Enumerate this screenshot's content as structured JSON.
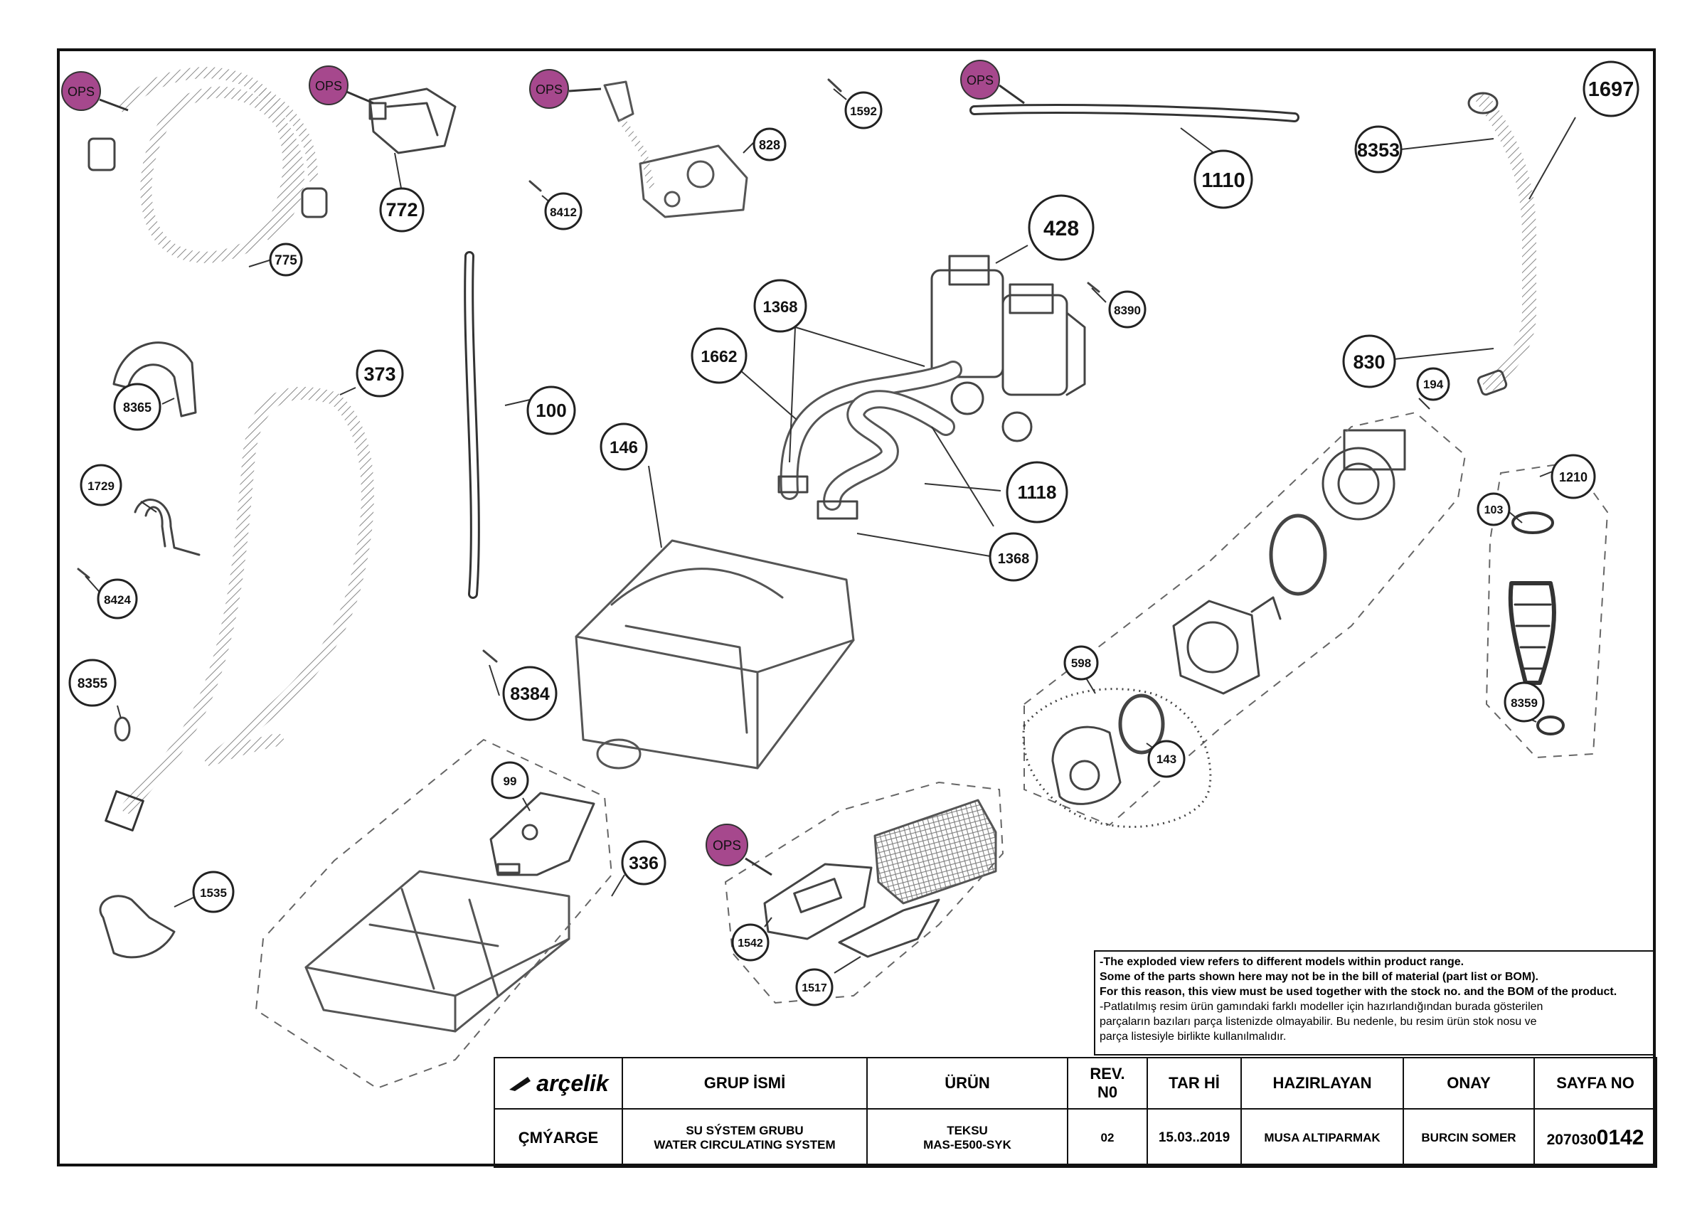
{
  "colors": {
    "ops_fill": "#a6488d",
    "line": "#111111",
    "part_stroke": "#6b6b6b"
  },
  "ops_label": "OPS",
  "callouts": [
    {
      "id": "775",
      "label": "775"
    },
    {
      "id": "772",
      "label": "772"
    },
    {
      "id": "8412",
      "label": "8412"
    },
    {
      "id": "828",
      "label": "828"
    },
    {
      "id": "1592",
      "label": "1592"
    },
    {
      "id": "1110",
      "label": "1110"
    },
    {
      "id": "8353",
      "label": "8353"
    },
    {
      "id": "1697",
      "label": "1697"
    },
    {
      "id": "428",
      "label": "428"
    },
    {
      "id": "8390",
      "label": "8390"
    },
    {
      "id": "1368a",
      "label": "1368"
    },
    {
      "id": "1662",
      "label": "1662"
    },
    {
      "id": "100",
      "label": "100"
    },
    {
      "id": "373",
      "label": "373"
    },
    {
      "id": "8365",
      "label": "8365"
    },
    {
      "id": "830",
      "label": "830"
    },
    {
      "id": "194",
      "label": "194"
    },
    {
      "id": "146",
      "label": "146"
    },
    {
      "id": "1118",
      "label": "1118"
    },
    {
      "id": "1368b",
      "label": "1368"
    },
    {
      "id": "1729",
      "label": "1729"
    },
    {
      "id": "8424",
      "label": "8424"
    },
    {
      "id": "1210",
      "label": "1210"
    },
    {
      "id": "103",
      "label": "103"
    },
    {
      "id": "598",
      "label": "598"
    },
    {
      "id": "8384",
      "label": "8384"
    },
    {
      "id": "8355",
      "label": "8355"
    },
    {
      "id": "143",
      "label": "143"
    },
    {
      "id": "8359",
      "label": "8359"
    },
    {
      "id": "99",
      "label": "99"
    },
    {
      "id": "336",
      "label": "336"
    },
    {
      "id": "1535",
      "label": "1535"
    },
    {
      "id": "1542",
      "label": "1542"
    },
    {
      "id": "1517",
      "label": "1517"
    }
  ],
  "note": {
    "line1": "-The exploded view refers to different models within product range.",
    "line2": "Some of the parts shown here may not be in the bill of material (part list or BOM).",
    "line3": "For this reason, this view must be used together with the stock no. and the BOM of the product.",
    "line4": "-Patlatılmış resim ürün gamındaki farklı modeller için hazırlandığından burada gösterilen",
    "line5": "parçaların bazıları parça listenizde olmayabilir. Bu nedenle, bu resim ürün stok nosu ve",
    "line6": "parça listesiyle birlikte kullanılmalıdır."
  },
  "title_block": {
    "logo": "arçelik",
    "grup_header": "GRUP İSMİ",
    "urun_header": "ÜRÜN",
    "rev_header_1": "REV.",
    "rev_header_2": "N0",
    "date_header": "TAR Hİ",
    "prepared_header": "HAZIRLAYAN",
    "approval_header": "ONAY",
    "sheet_header": "SAYFA NO",
    "left_label": "ÇMÝARGE",
    "group_line1": "SU SÝSTEM GRUBU",
    "group_line2": "WATER CIRCULATING SYSTEM",
    "product_line1": "TEKSU",
    "product_line2": "MAS-E500-SYK",
    "rev_value": "02",
    "date_value": "15.03..2019",
    "prepared_value": "MUSA ALTIPARMAK",
    "approval_value": "BURCIN SOMER",
    "sheet_prefix": "207030",
    "sheet_suffix": "0142"
  }
}
